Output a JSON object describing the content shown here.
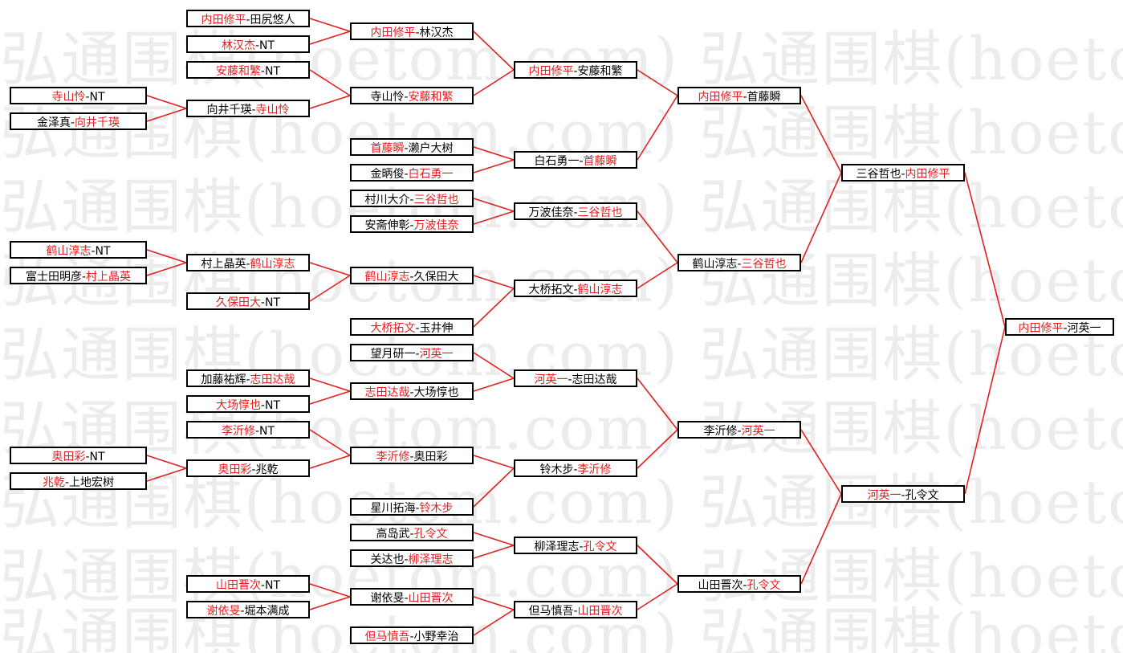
{
  "watermark": "弘通围棋(hoetom.com)  弘通围棋(hoetom.com)  弘通围棋(hoetom.com)  弘通围",
  "colors": {
    "winner": "#e02020",
    "line": "#e02020",
    "border": "#000000",
    "watermark": "#ececec"
  },
  "matches": [
    {
      "id": "r0a",
      "a": "寺山怜",
      "b": "NT",
      "w": "a"
    },
    {
      "id": "r0b",
      "a": "金泽真",
      "b": "向井千瑛",
      "w": "b"
    },
    {
      "id": "r0c",
      "a": "鹤山淳志",
      "b": "NT",
      "w": "a"
    },
    {
      "id": "r0d",
      "a": "富士田明彦",
      "b": "村上晶英",
      "w": "b"
    },
    {
      "id": "r0e",
      "a": "奥田彩",
      "b": "NT",
      "w": "a"
    },
    {
      "id": "r0f",
      "a": "兆乾",
      "b": "上地宏树",
      "w": "a"
    },
    {
      "id": "r1a",
      "a": "内田修平",
      "b": "田尻悠人",
      "w": "a"
    },
    {
      "id": "r1b",
      "a": "林汉杰",
      "b": "NT",
      "w": "a"
    },
    {
      "id": "r1c",
      "a": "安藤和繁",
      "b": "NT",
      "w": "a"
    },
    {
      "id": "r1d",
      "a": "向井千瑛",
      "b": "寺山怜",
      "w": "b"
    },
    {
      "id": "r1e",
      "a": "村上晶英",
      "b": "鹤山淳志",
      "w": "b"
    },
    {
      "id": "r1f",
      "a": "久保田大",
      "b": "NT",
      "w": "a"
    },
    {
      "id": "r1g",
      "a": "加藤祐辉",
      "b": "志田达哉",
      "w": "b"
    },
    {
      "id": "r1h",
      "a": "大场惇也",
      "b": "NT",
      "w": "a"
    },
    {
      "id": "r1i",
      "a": "李沂修",
      "b": "NT",
      "w": "a"
    },
    {
      "id": "r1j",
      "a": "奥田彩",
      "b": "兆乾",
      "w": "a"
    },
    {
      "id": "r1k",
      "a": "山田晋次",
      "b": "NT",
      "w": "a"
    },
    {
      "id": "r1l",
      "a": "谢依旻",
      "b": "堀本满成",
      "w": "a"
    },
    {
      "id": "r2a",
      "a": "内田修平",
      "b": "林汉杰",
      "w": "a"
    },
    {
      "id": "r2b",
      "a": "寺山怜",
      "b": "安藤和繁",
      "w": "b"
    },
    {
      "id": "r2c",
      "a": "首藤瞬",
      "b": "濑户大树",
      "w": "a"
    },
    {
      "id": "r2d",
      "a": "金昞俊",
      "b": "白石勇一",
      "w": "b"
    },
    {
      "id": "r2e",
      "a": "村川大介",
      "b": "三谷哲也",
      "w": "b"
    },
    {
      "id": "r2f",
      "a": "安斋伸彰",
      "b": "万波佳奈",
      "w": "b"
    },
    {
      "id": "r2g",
      "a": "鹤山淳志",
      "b": "久保田大",
      "w": "a"
    },
    {
      "id": "r2h",
      "a": "大桥拓文",
      "b": "玉井伸",
      "w": "a"
    },
    {
      "id": "r2i",
      "a": "望月研一",
      "b": "河英一",
      "w": "b"
    },
    {
      "id": "r2j",
      "a": "志田达哉",
      "b": "大场惇也",
      "w": "a"
    },
    {
      "id": "r2k",
      "a": "李沂修",
      "b": "奥田彩",
      "w": "a"
    },
    {
      "id": "r2l",
      "a": "星川拓海",
      "b": "铃木步",
      "w": "b"
    },
    {
      "id": "r2m",
      "a": "高岛武",
      "b": "孔令文",
      "w": "b"
    },
    {
      "id": "r2n",
      "a": "关达也",
      "b": "柳泽理志",
      "w": "b"
    },
    {
      "id": "r2o",
      "a": "谢依旻",
      "b": "山田晋次",
      "w": "b"
    },
    {
      "id": "r2p",
      "a": "但马慎吾",
      "b": "小野幸治",
      "w": "a"
    },
    {
      "id": "r3a",
      "a": "内田修平",
      "b": "安藤和繁",
      "w": "a"
    },
    {
      "id": "r3b",
      "a": "白石勇一",
      "b": "首藤瞬",
      "w": "b"
    },
    {
      "id": "r3c",
      "a": "万波佳奈",
      "b": "三谷哲也",
      "w": "b"
    },
    {
      "id": "r3d",
      "a": "大桥拓文",
      "b": "鹤山淳志",
      "w": "b"
    },
    {
      "id": "r3e",
      "a": "河英一",
      "b": "志田达哉",
      "w": "a"
    },
    {
      "id": "r3f",
      "a": "铃木步",
      "b": "李沂修",
      "w": "b"
    },
    {
      "id": "r3g",
      "a": "柳泽理志",
      "b": "孔令文",
      "w": "b"
    },
    {
      "id": "r3h",
      "a": "但马慎吾",
      "b": "山田晋次",
      "w": "b"
    },
    {
      "id": "r4a",
      "a": "内田修平",
      "b": "首藤瞬",
      "w": "a"
    },
    {
      "id": "r4b",
      "a": "鹤山淳志",
      "b": "三谷哲也",
      "w": "b"
    },
    {
      "id": "r4c",
      "a": "李沂修",
      "b": "河英一",
      "w": "b"
    },
    {
      "id": "r4d",
      "a": "山田晋次",
      "b": "孔令文",
      "w": "b"
    },
    {
      "id": "r5a",
      "a": "三谷哲也",
      "b": "内田修平",
      "w": "b"
    },
    {
      "id": "r5b",
      "a": "河英一",
      "b": "孔令文",
      "w": "a"
    },
    {
      "id": "r6a",
      "a": "内田修平",
      "b": "河英一",
      "w": "a"
    }
  ]
}
